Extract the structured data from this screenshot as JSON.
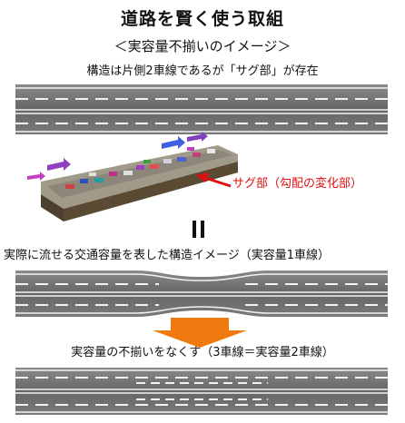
{
  "title": "道路を賢く使う取組",
  "subtitle": "＜実容量不揃いのイメージ＞",
  "caption_structure": "構造は片側2車線であるが「サグ部」が存在",
  "sag_label": "サグ部（勾配の変化部）",
  "caption_actual": "実際に流せる交通容量を表した構造イメージ（実容量1車線）",
  "caption_goal": "実容量の不揃いをなくす（3車線＝実容量2車線）",
  "colors": {
    "road": "#6f6f6f",
    "lane_mark": "#f2f2f2",
    "arrow": "#f07a10",
    "sag_arrow": "#e01010",
    "slope_top": "#a09a88",
    "slope_side": "#5a4a33"
  }
}
